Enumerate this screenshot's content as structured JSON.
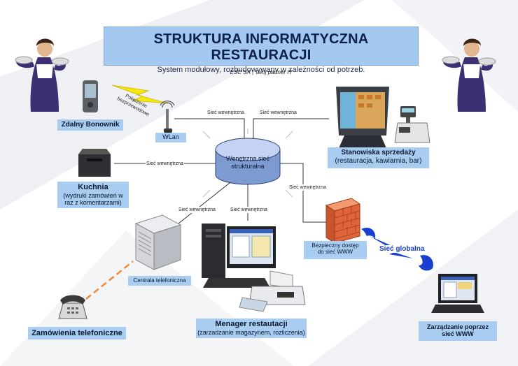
{
  "header": {
    "title": "STRUKTURA INFORMATYCZNA RESTAURACJI",
    "subtitle": "System modułowy, rozbudowywany w zależności od potrzeb.",
    "partner": "ESC SA  |  Twój partner IT"
  },
  "hub": {
    "label_line1": "Wenętrzna sieć",
    "label_line2": "strukturalna"
  },
  "nodes": {
    "zdalny": {
      "label": "Zdalny Bonownik"
    },
    "wlan": {
      "label": "WLan"
    },
    "stanowiska": {
      "title": "Stanowiska sprzedaży",
      "subtitle": "(restauracja, kawiarnia, bar)"
    },
    "kuchnia": {
      "title": "Kuchnia",
      "subtitle_line1": "(wydruki zamówień w",
      "subtitle_line2": "raz z komentarzami)"
    },
    "centrala": {
      "label": "Centrala telefoniczna"
    },
    "bezpieczny": {
      "line1": "Bezpieczny dostęp",
      "line2": "do sieć WWW"
    },
    "zamowienia": {
      "label": "Zamówienia telefoniczne"
    },
    "menager": {
      "title": "Menager restautacji",
      "subtitle": "(zarzadzanie magazynem, rozliczenia)"
    },
    "zarzadzanie": {
      "line1": "Zarządzanie poprzez",
      "line2": "sieć WWW"
    }
  },
  "edges": {
    "wireless": {
      "line1": "Połączenie",
      "line2": "bezprzewodowe"
    },
    "wlan_hub": "Sieć wewnętrzna",
    "stanowiska_hub": "Sieć wewnętrzna",
    "kuchnia_hub": "Sieć wewnętrzna",
    "centrala_hub": "Sieć wewnętrzna",
    "menager_hub": "Sieć wewnętrzna",
    "firewall_hub": "Sieć wewnętrzna",
    "global": "Sieć globalna"
  },
  "icons": {
    "left_waitress": "waitress-icon",
    "right_waitress": "waitress-icon",
    "pda": "pda-icon",
    "lightning": "lightning-icon",
    "antenna": "antenna-icon",
    "pos": "pos-terminal-icon",
    "receipt_printer": "receipt-printer-icon",
    "kitchen_printer": "kitchen-printer-icon",
    "server": "server-icon",
    "desktop": "desktop-computer-icon",
    "inkjet": "inkjet-printer-icon",
    "firewall": "firewall-icon",
    "phone": "phone-icon",
    "laptop": "laptop-icon"
  },
  "colors": {
    "label_box": "#a9cdf0",
    "firewall": "#e0643a",
    "dashed_phone": "#f08a3a",
    "global_link": "#1a3fd0"
  }
}
